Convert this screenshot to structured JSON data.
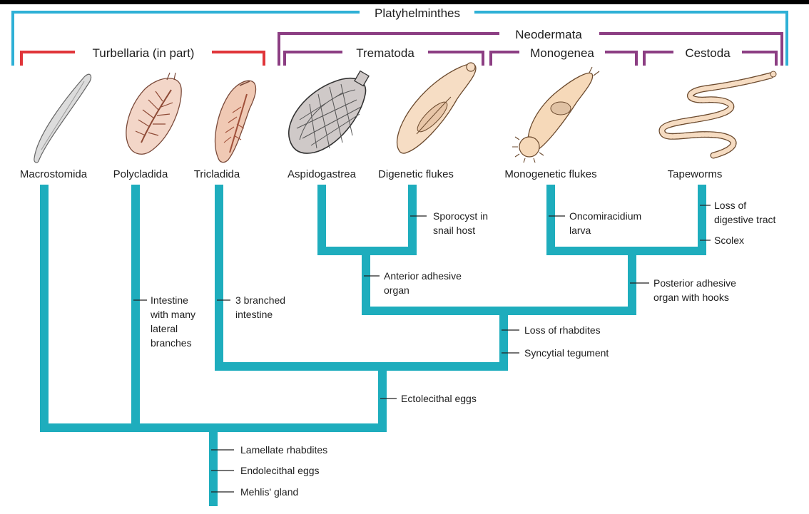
{
  "colors": {
    "branch": "#1eadbd",
    "platyhelminthes_bracket": "#2eb0d6",
    "neodermata_bracket": "#8c3e83",
    "turbellaria_bracket": "#e0353a",
    "tick": "#222222"
  },
  "groups": {
    "platyhelminthes": "Platyhelminthes",
    "neodermata": "Neodermata",
    "turbellaria": "Turbellaria (in part)",
    "trematoda": "Trematoda",
    "monogenea": "Monogenea",
    "cestoda": "Cestoda"
  },
  "taxa": [
    "Macrostomida",
    "Polycladida",
    "Tricladida",
    "Aspidogastrea",
    "Digenetic flukes",
    "Monogenetic flukes",
    "Tapeworms"
  ],
  "characters": {
    "sporocyst": [
      "Sporocyst in",
      "snail host"
    ],
    "oncomiracidium": [
      "Oncomiracidium",
      "larva"
    ],
    "loss_digestive": [
      "Loss of",
      "digestive tract"
    ],
    "scolex": "Scolex",
    "anterior_adhesive": [
      "Anterior adhesive",
      "organ"
    ],
    "posterior_adhesive": [
      "Posterior adhesive",
      "organ with hooks"
    ],
    "intestine_lateral": [
      "Intestine",
      "with many",
      "lateral",
      "branches"
    ],
    "three_branched": [
      "3 branched",
      "intestine"
    ],
    "loss_rhabdites": "Loss of rhabdites",
    "syncytial": "Syncytial tegument",
    "ectolecithal": "Ectolecithal eggs",
    "lamellate": "Lamellate rhabdites",
    "endolecithal": "Endolecithal eggs",
    "mehlis": "Mehlis' gland"
  }
}
